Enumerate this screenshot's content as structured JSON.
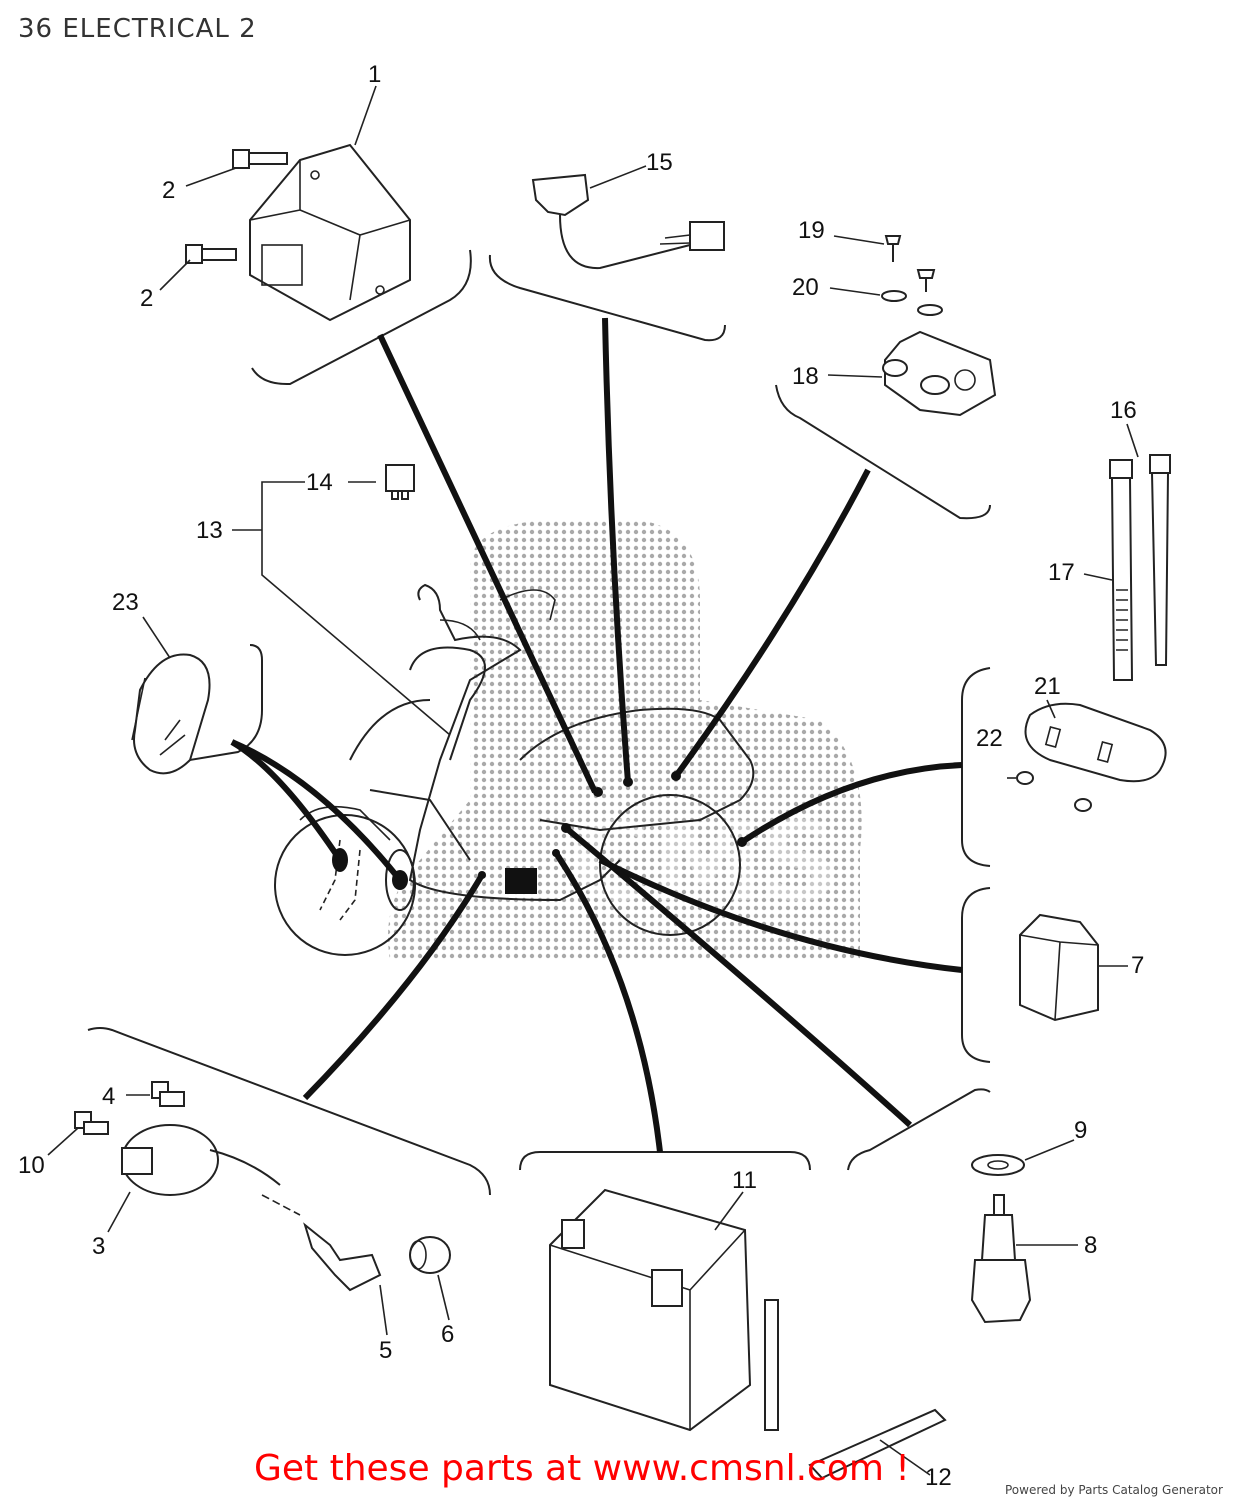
{
  "title": "36 ELECTRICAL 2",
  "footer": {
    "link_text": "Get these parts at www.cmsnl.com !",
    "powered_by": "Powered by Parts Catalog Generator"
  },
  "watermark_text": "CMS",
  "callouts": [
    {
      "id": "1",
      "label": "1"
    },
    {
      "id": "2a",
      "label": "2"
    },
    {
      "id": "2b",
      "label": "2"
    },
    {
      "id": "3",
      "label": "3"
    },
    {
      "id": "4",
      "label": "4"
    },
    {
      "id": "5",
      "label": "5"
    },
    {
      "id": "6",
      "label": "6"
    },
    {
      "id": "7",
      "label": "7"
    },
    {
      "id": "8",
      "label": "8"
    },
    {
      "id": "9",
      "label": "9"
    },
    {
      "id": "10",
      "label": "10"
    },
    {
      "id": "11",
      "label": "11"
    },
    {
      "id": "12",
      "label": "12"
    },
    {
      "id": "13",
      "label": "13"
    },
    {
      "id": "14",
      "label": "14"
    },
    {
      "id": "15",
      "label": "15"
    },
    {
      "id": "16",
      "label": "16"
    },
    {
      "id": "17",
      "label": "17"
    },
    {
      "id": "18",
      "label": "18"
    },
    {
      "id": "19",
      "label": "19"
    },
    {
      "id": "20",
      "label": "20"
    },
    {
      "id": "21",
      "label": "21"
    },
    {
      "id": "22",
      "label": "22"
    },
    {
      "id": "23",
      "label": "23"
    }
  ]
}
